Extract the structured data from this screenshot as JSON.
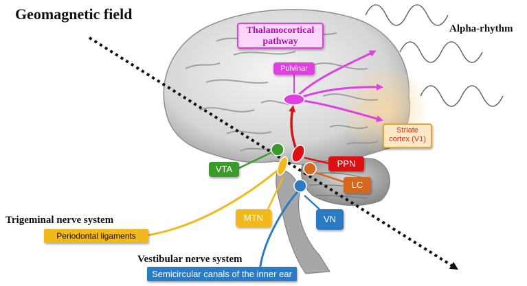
{
  "title": "Geomagnetic field",
  "alpha": "Alpha-rhythm",
  "thalamocortical": "Thalamocortical pathway",
  "pulvinar": "Pulvinar",
  "striate": "Striate cortex (V1)",
  "vta": "VTA",
  "ppn": "PPN",
  "lc": "LC",
  "mtn": "MTN",
  "vn": "VN",
  "trigeminal_title": "Trigeminal nerve system",
  "trigeminal_box": "Periodontal ligaments",
  "vestibular_title": "Vestibular nerve system",
  "vestibular_box": "Semicircular canals of the inner ear",
  "colors": {
    "magenta": "#e040e0",
    "red": "#dd1111",
    "green": "#3a9a2a",
    "orange": "#d2691e",
    "yellow": "#f2b81c",
    "blue": "#2a7ac4"
  }
}
